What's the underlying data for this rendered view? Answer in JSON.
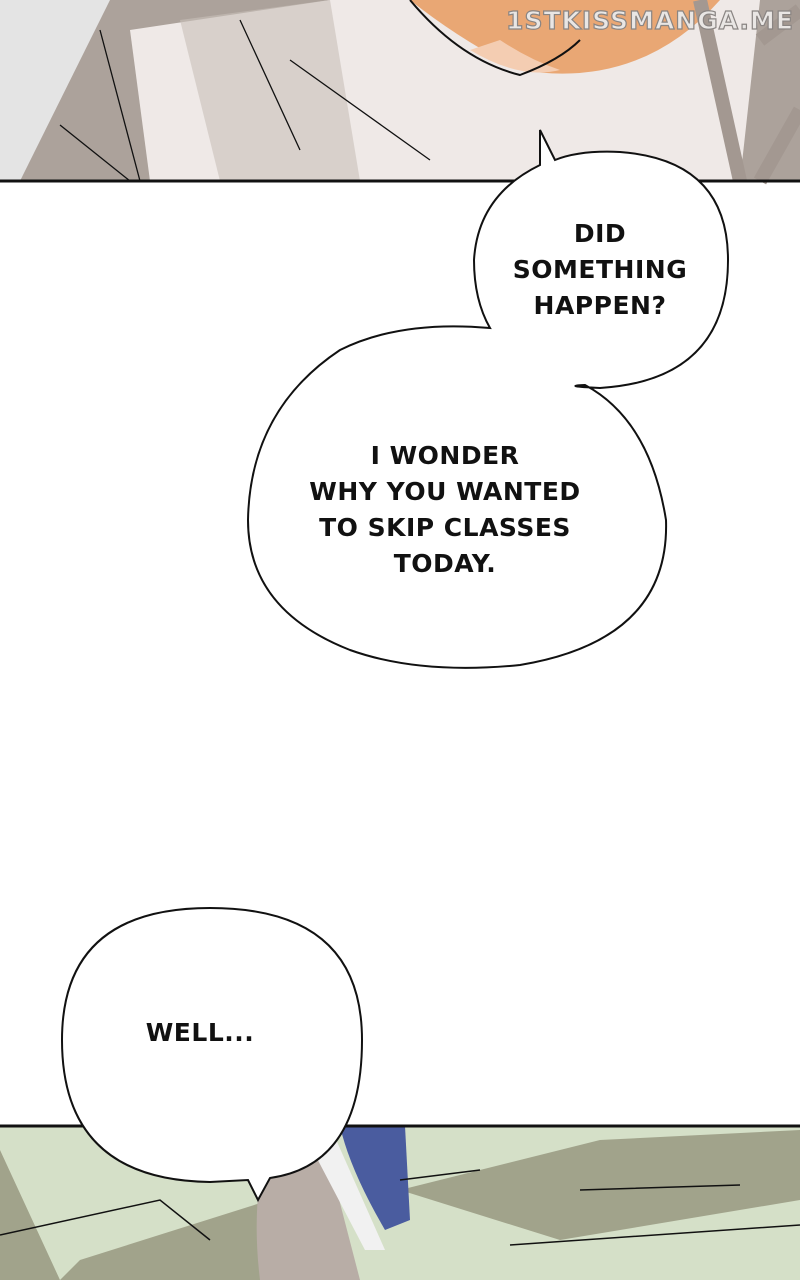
{
  "watermark": "1STKISSMANGA.ME",
  "panels": [
    {
      "name": "top-panel",
      "colors": {
        "shirt": "#efe9e7",
        "shadow": "#aca29b",
        "skin": "#e9a774"
      }
    },
    {
      "name": "bottom-panel",
      "colors": {
        "jacket": "#d5e0c8",
        "shadow": "#a1a38b",
        "tie": "#4a5c9f",
        "shirt": "#b8ada6"
      }
    }
  ],
  "bubbles": [
    {
      "lines": [
        "DID",
        "SOMETHING",
        "HAPPEN?"
      ]
    },
    {
      "lines": [
        "I WONDER",
        "WHY YOU WANTED",
        "TO SKIP CLASSES",
        "TODAY."
      ]
    },
    {
      "lines": [
        "WELL..."
      ]
    }
  ]
}
